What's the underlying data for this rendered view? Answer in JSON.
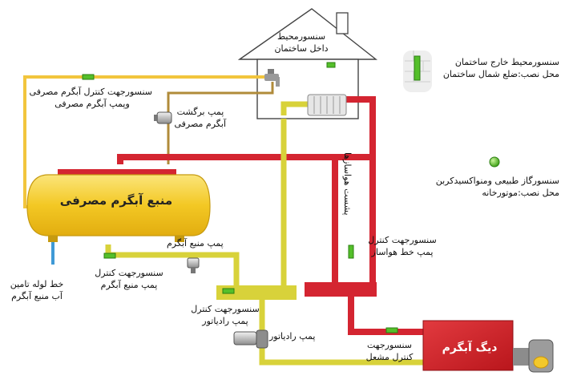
{
  "house": {
    "indoor_sensor_line1": "سنسورمحیط",
    "indoor_sensor_line2": "داخل ساختمان"
  },
  "outdoor_sensor": {
    "line1": "سنسورمحیط خارج ساختمان",
    "line2": "محل نصب:ضلع شمال ساختمان"
  },
  "gas_sensor": {
    "line1": "سنسورگاز طبیعی ومنواکسیدکربن",
    "line2": "محل نصب:موتورخانه"
  },
  "dhw_control_sensor": {
    "line1": "سنسورجهت کنترل آبگرم مصرفی",
    "line2": "وپمپ آبگرم مصرفی"
  },
  "return_pump": {
    "line1": "پمپ برگشت",
    "line2": "آبگرم مصرفی"
  },
  "tank_label": "منبع آبگرم مصرفی",
  "vent_vertical_label": "پشست هواسازها",
  "air_handler_sensor": {
    "line1": "سنسورجهت کنترل",
    "line2": "پمپ خط هواساز"
  },
  "tank_pump_label": "پمپ منبع آبگرم",
  "tank_pump_sensor": {
    "line1": "سنسورجهت کنترل",
    "line2": "پمپ منبع آبگرم"
  },
  "supply_pipe": {
    "line1": "خط لوله تامین",
    "line2": "آب منبع آبگرم"
  },
  "radiator_sensor": {
    "line1": "سنسورجهت کنترل",
    "line2": "پمپ رادیاتور"
  },
  "radiator_pump_label": "پمپ رادیاتور",
  "burner_sensor": {
    "line1": "سنسورجهت",
    "line2": "کنترل مشعل"
  },
  "boiler_label": "دیگ آبگرم",
  "colors": {
    "hot_pipe": "#d42531",
    "return_pipe": "#d8d23a",
    "dhw_pipe": "#f2c53d",
    "return_dhw_pipe": "#b08b3a",
    "cold_pipe": "#3f9ad6",
    "tank": "#f4cf2a",
    "boiler": "#d8262c",
    "sensor": "#54bf2a"
  }
}
